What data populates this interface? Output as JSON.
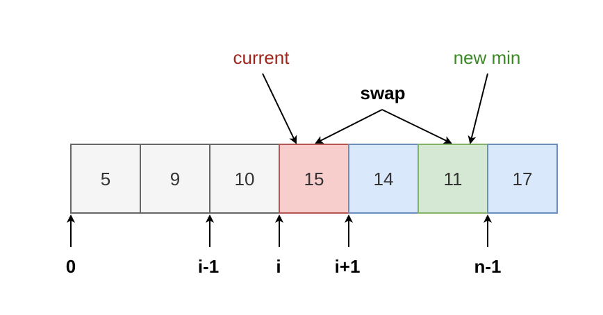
{
  "cells": [
    {
      "value": "5",
      "fill": "#f5f5f5",
      "stroke": "#666666"
    },
    {
      "value": "9",
      "fill": "#f5f5f5",
      "stroke": "#666666"
    },
    {
      "value": "10",
      "fill": "#f5f5f5",
      "stroke": "#666666"
    },
    {
      "value": "15",
      "fill": "#f8cecc",
      "stroke": "#b85450"
    },
    {
      "value": "14",
      "fill": "#dae8fc",
      "stroke": "#6c8ebf"
    },
    {
      "value": "11",
      "fill": "#d5e8d4",
      "stroke": "#82b366"
    },
    {
      "value": "17",
      "fill": "#dae8fc",
      "stroke": "#6c8ebf"
    }
  ],
  "labels": {
    "current": {
      "text": "current",
      "color": "#a0261c"
    },
    "new_min": {
      "text": "new min",
      "color": "#3a8a24"
    },
    "swap": {
      "text": "swap"
    }
  },
  "indices": {
    "zero": "0",
    "i_minus_1": "i-1",
    "i": "i",
    "i_plus_1": "i+1",
    "n_minus_1": "n-1"
  }
}
